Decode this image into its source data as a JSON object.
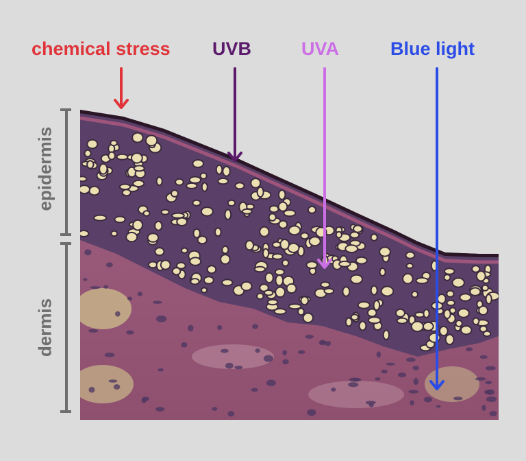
{
  "labels": {
    "chemical_stress": "chemical stress",
    "uvb": "UVB",
    "uva": "UVA",
    "blue_light": "Blue light",
    "epidermis": "epidermis",
    "dermis": "dermis"
  },
  "colors": {
    "background": "#dcdcdc",
    "chemical_stress": "#e0343a",
    "uvb": "#5b1a6b",
    "uva": "#cc6fe6",
    "blue_light": "#2b4de6",
    "bracket": "#6e6e6e",
    "stratum_corneum": "#2a1626",
    "epidermis_tissue": "#5a4068",
    "dermis_tissue": "#9a5a78",
    "cell_fill": "#ece0b2"
  }
}
